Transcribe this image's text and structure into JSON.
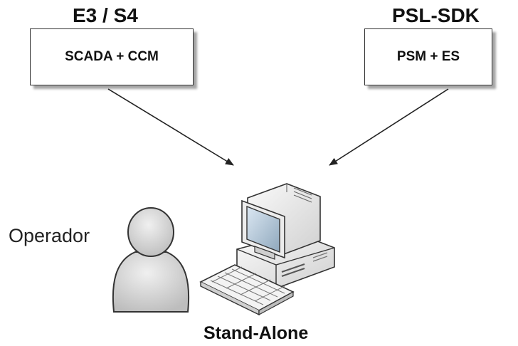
{
  "left_group": {
    "title": "E3 / S4",
    "box_label": "SCADA + CCM"
  },
  "right_group": {
    "title": "PSL-SDK",
    "box_label": "PSM + ES"
  },
  "operator": {
    "label": "Operador",
    "icon": "person-icon"
  },
  "computer": {
    "label": "Stand-Alone",
    "icon": "computer-icon",
    "keyboard_icon": "keyboard-icon"
  },
  "colors": {
    "line": "#222222",
    "person_fill": "#d6d6d6",
    "screen": "#b8cfe0",
    "case": "#f2f2f2"
  }
}
